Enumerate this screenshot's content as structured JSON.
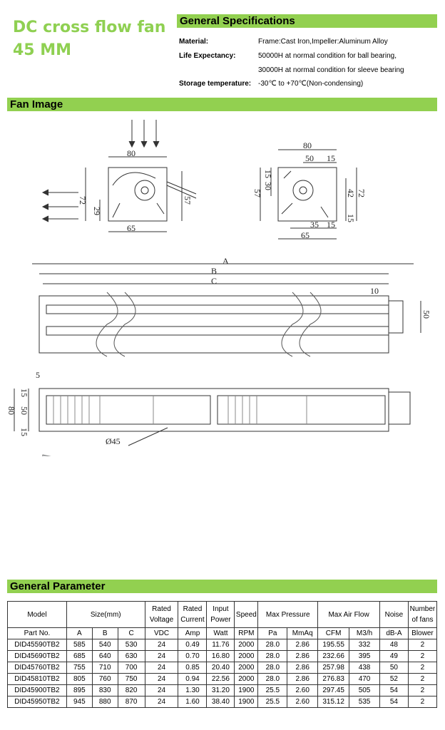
{
  "title": {
    "line1": "DC cross flow fan",
    "line2": "45 MM"
  },
  "specs": {
    "heading": "General Specifications",
    "rows": [
      {
        "label": "Material:",
        "value": "Frame:Cast Iron,Impeller:Aluminum Alloy"
      },
      {
        "label": "Life Expectancy:",
        "value": "50000H at normal condition for ball bearing,"
      },
      {
        "label": "",
        "value": "30000H at normal condition for sleeve bearing"
      },
      {
        "label": "Storage temperature:",
        "value": "-30℃ to +70℃(Non-condensing)"
      }
    ]
  },
  "fan_image": {
    "heading": "Fan Image",
    "dims_left": [
      "80",
      "72",
      "57",
      "29",
      "65"
    ],
    "dims_right": [
      "80",
      "50",
      "15",
      "57",
      "30",
      "15",
      "42",
      "72",
      "15",
      "35",
      "15",
      "65"
    ],
    "dims_top": [
      "A",
      "B",
      "C",
      "10",
      "50"
    ],
    "dims_side": [
      "5",
      "15",
      "80",
      "50",
      "15",
      "Ø45"
    ]
  },
  "params": {
    "heading": "General Parameter",
    "header1": [
      "Model",
      "Size(mm)",
      "Rated Voltage",
      "Rated Current",
      "Input Power",
      "Speed",
      "Max Pressure",
      "Max Air Flow",
      "Noise",
      "Number of fans"
    ],
    "header2": [
      "Part No.",
      "A",
      "B",
      "C",
      "VDC",
      "Amp",
      "Watt",
      "RPM",
      "Pa",
      "MmAq",
      "CFM",
      "M3/h",
      "dB-A",
      "Blower"
    ],
    "rows": [
      [
        "DID45590TB2",
        "585",
        "540",
        "530",
        "24",
        "0.49",
        "11.76",
        "2000",
        "28.0",
        "2.86",
        "195.55",
        "332",
        "48",
        "2"
      ],
      [
        "DID45690TB2",
        "685",
        "640",
        "630",
        "24",
        "0.70",
        "16.80",
        "2000",
        "28.0",
        "2.86",
        "232.66",
        "395",
        "49",
        "2"
      ],
      [
        "DID45760TB2",
        "755",
        "710",
        "700",
        "24",
        "0.85",
        "20.40",
        "2000",
        "28.0",
        "2.86",
        "257.98",
        "438",
        "50",
        "2"
      ],
      [
        "DID45810TB2",
        "805",
        "760",
        "750",
        "24",
        "0.94",
        "22.56",
        "2000",
        "28.0",
        "2.86",
        "276.83",
        "470",
        "52",
        "2"
      ],
      [
        "DID45900TB2",
        "895",
        "830",
        "820",
        "24",
        "1.30",
        "31.20",
        "1900",
        "25.5",
        "2.60",
        "297.45",
        "505",
        "54",
        "2"
      ],
      [
        "DID45950TB2",
        "945",
        "880",
        "870",
        "24",
        "1.60",
        "38.40",
        "1900",
        "25.5",
        "2.60",
        "315.12",
        "535",
        "54",
        "2"
      ]
    ]
  }
}
